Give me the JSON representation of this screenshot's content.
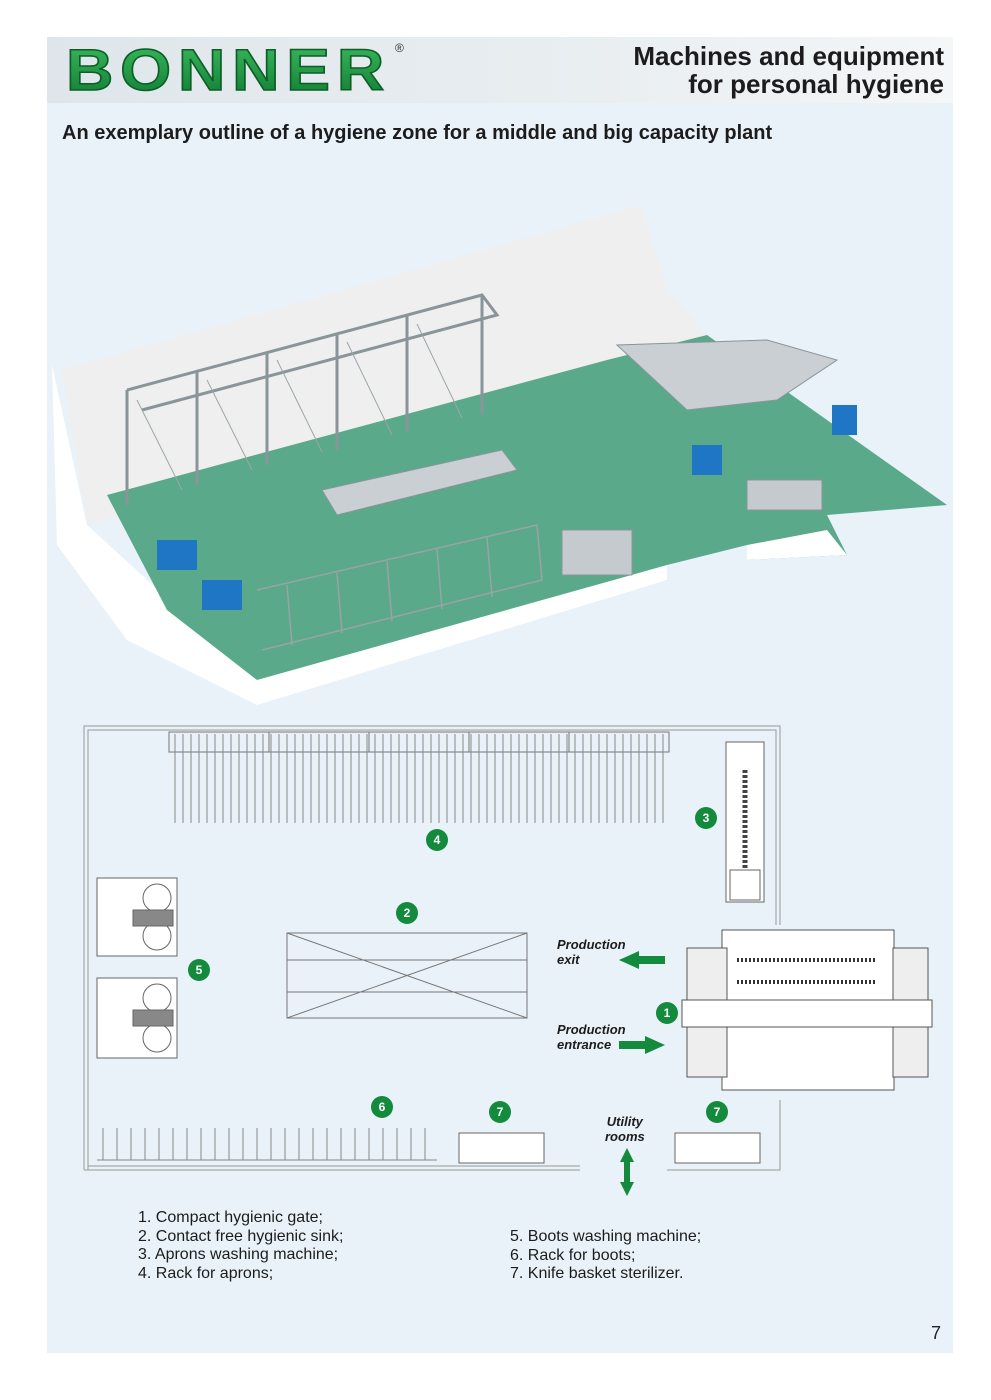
{
  "header": {
    "logo_text": "BONNER",
    "logo_registered": "®",
    "title_line1": "Machines and equipment",
    "title_line2": "for personal hygiene"
  },
  "subtitle": "An exemplary outline of a hygiene zone for a middle and big capacity plant",
  "plan": {
    "badges": [
      "1",
      "2",
      "3",
      "4",
      "5",
      "6",
      "7",
      "7"
    ],
    "production_exit": [
      "Production",
      "exit"
    ],
    "production_entrance": [
      "Production",
      "entrance"
    ],
    "utility_rooms": [
      "Utility",
      "rooms"
    ]
  },
  "legend": {
    "left": [
      "1. Compact hygienic gate;",
      "2. Contact free hygienic sink;",
      "3. Aprons washing machine;",
      "4. Rack for aprons;"
    ],
    "right": [
      "5. Boots washing machine;",
      "6. Rack for boots;",
      "7. Knife basket sterilizer."
    ]
  },
  "page_number": "7",
  "colors": {
    "brand_green": "#138a3c",
    "floor_green": "#5aa98a",
    "page_background": "#e8f2f8"
  }
}
